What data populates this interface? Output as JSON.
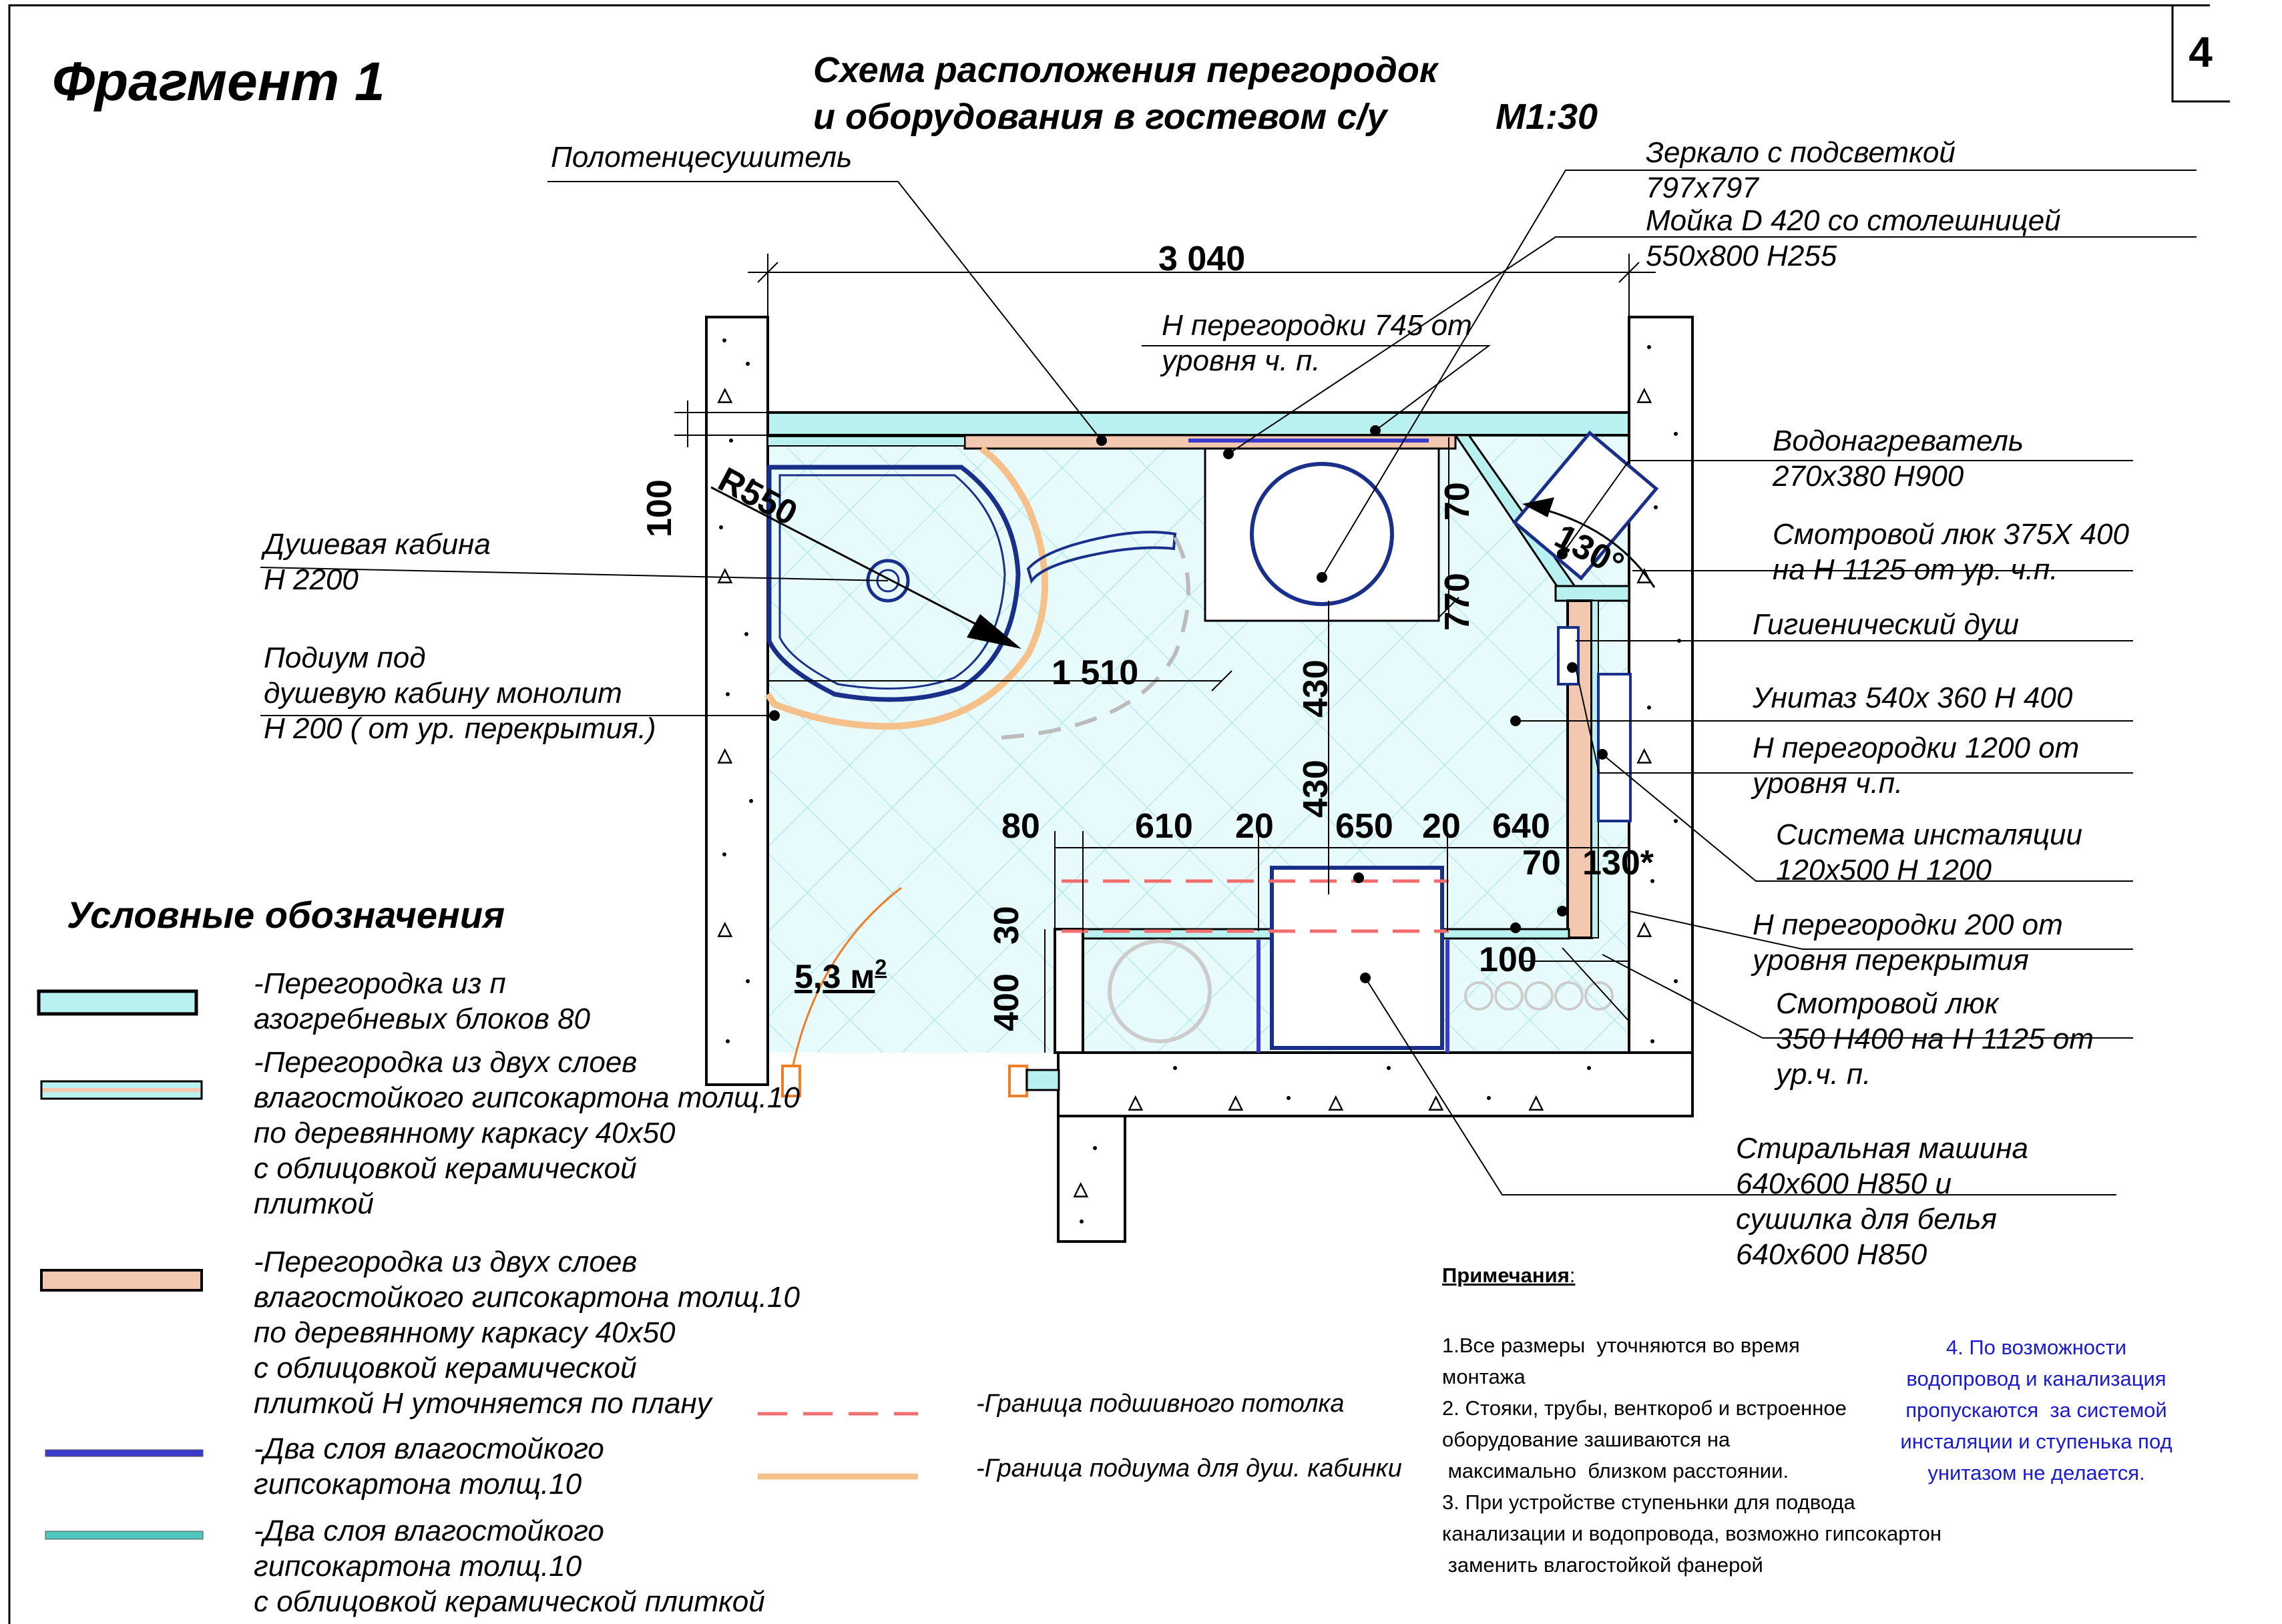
{
  "title": {
    "fragment": "Фрагмент 1",
    "line1": "Схема расположения перегородок",
    "line2": "и оборудования в гостевом с/у",
    "scale": "М1:30",
    "sheet_number": "4"
  },
  "labels": {
    "towel_dryer": "Полотенцесушитель",
    "mirror_1": "Зеркало с подсветкой",
    "mirror_2": "797х797",
    "sink_1": "Мойка D 420 со столешницей",
    "sink_2": "550х800 Н255",
    "partition745_1": "Н перегородки 745 от",
    "partition745_2": "уровня ч. п.",
    "heater_1": "Водонагреватель",
    "heater_2": "270х380 Н900",
    "hatch375_1": "Смотровой люк 375Х 400",
    "hatch375_2": "на Н 1125 от ур. ч.п.",
    "hygienic_shower": "Гигиенический душ",
    "toilet": "Унитаз 540х 360   Н 400",
    "partition1200_1": "Н перегородки 1200 от",
    "partition1200_2": "уровня ч.п.",
    "install_1": "Система инсталяции",
    "install_2": "120х500 Н 1200",
    "partition200_1": "Н перегородки 200 от",
    "partition200_2": "уровня перекрытия",
    "hatch350_1": "Смотровой люк",
    "hatch350_2": "350 Н400 на Н 1125 от",
    "hatch350_3": "ур.ч. п.",
    "washer_1": "Стиральная машина",
    "washer_2": "640х600 Н850 и",
    "washer_3": "сушилка для белья",
    "washer_4": "640х600 Н850",
    "shower_1": "Душевая кабина",
    "shower_2": "Н 2200",
    "podium_1": "Подиум под",
    "podium_2": "душевую кабину монолит",
    "podium_3": "Н 200 ( от ур. перекрытия.)"
  },
  "dimensions": {
    "total_width": "3 040",
    "d100": "100",
    "r550": "R550",
    "d1510": "1 510",
    "d70a": "70",
    "d770": "770",
    "angle130": "130°",
    "d430a": "430",
    "d430b": "430",
    "d80": "80",
    "d610": "610",
    "d20a": "20",
    "d650": "650",
    "d20b": "20",
    "d640": "640",
    "d70b": "70",
    "d130s": "130*",
    "d30": "30",
    "d400": "400",
    "d100b": "100",
    "area_value": "5,3 м",
    "area_sup": "2"
  },
  "legend": {
    "title": "Условные обозначения",
    "item1_1": "-Перегородка из п",
    "item1_2": "азогребневых блоков 80",
    "item2_1": "-Перегородка из двух слоев",
    "item2_2": "влагостойкого гипсокартона толщ.10",
    "item2_3": "по деревянному каркасу 40х50",
    "item2_4": "с облицовкой керамической",
    "item2_5": "плиткой",
    "item3_1": "-Перегородка из двух слоев",
    "item3_2": "влагостойкого гипсокартона толщ.10",
    "item3_3": "по деревянному каркасу 40х50",
    "item3_4": "с облицовкой керамической",
    "item3_5": "плиткой Н уточняется по плану",
    "item4_1": "-Два слоя влагостойкого",
    "item4_2": "гипсокартона толщ.10",
    "item5_1": "-Два слоя влагостойкого",
    "item5_2": "гипсокартона толщ.10",
    "item5_3": "с облицовкой керамической плиткой",
    "ceiling": "-Граница подшивного потолка",
    "podium_border": "-Граница подиума для душ. кабинки"
  },
  "notes": {
    "heading": "Примечания",
    "n1a": "1.Все размеры  уточняются во время",
    "n1b": "монтажа",
    "n2a": "2. Стояки, трубы, венткороб и встроенное",
    "n2b": "оборудование зашиваются на",
    "n2c": " максимально  близком расстоянии.",
    "n3a": "3. При устройстве ступеньнки для подвода",
    "n3b": "канализации и водопровода, возможно гипсокартон",
    "n3c": " заменить влагостойкой фанерой",
    "n4a": "4. По возможности",
    "n4b": "водопровод и канализация",
    "n4c": "пропускаются  за системой",
    "n4d": "инсталяции и ступенька под",
    "n4e": "унитазом не делается."
  },
  "colors": {
    "block_partition": "#b9f0f0",
    "tile_partition": "#f2c9b0",
    "gkl_blue": "#3a3acc",
    "gkl_cyan": "#4fc7c0",
    "ceiling_line": "#f26d6d",
    "podium_line": "#f6c08a",
    "floor_tile": "#9fe4ea",
    "door_arc": "#f07d28",
    "note4_text": "#1a1ad0"
  }
}
